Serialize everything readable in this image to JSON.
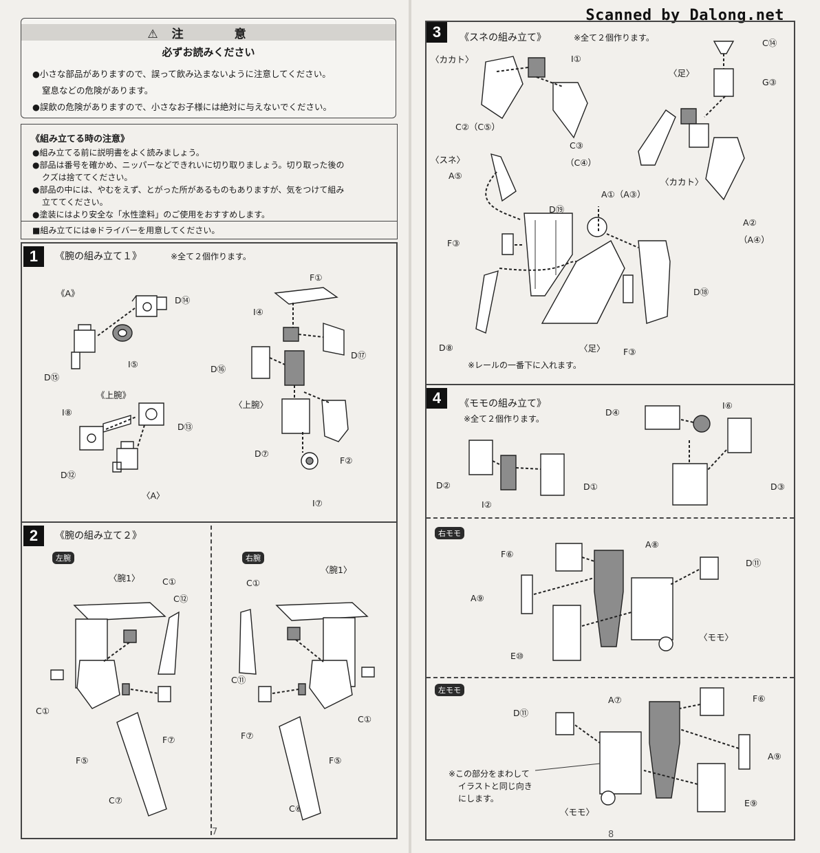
{
  "watermark": "Scanned by Dalong.net",
  "left_page": {
    "page_number": "7",
    "warning": {
      "title": "注 意",
      "subtitle": "必ずお読みください",
      "bullets": [
        "●小さな部品がありますので、誤って飲み込まないように注意してください。",
        "窒息などの危険があります。",
        "●誤飲の危険がありますので、小さなお子様には絶対に与えないでください。"
      ]
    },
    "assembly_notes": {
      "title": "《組み立てる時の注意》",
      "lines": [
        "●組み立てる前に説明書をよく読みましょう。",
        "●部品は番号を確かめ、ニッパーなどできれいに切り取りましょう。切り取った後の",
        "クズは捨ててください。",
        "●部品の中には、やむをえず、とがった所があるものもありますが、気をつけて組み",
        "立ててください。",
        "●塗装にはより安全な「水性塗料」のご使用をおすすめします。"
      ],
      "driver_note": "■組み立てには⊕ドライバーを用意してください。"
    },
    "step1": {
      "number": "1",
      "title": "《腕の組み立て１》",
      "note": "※全て２個作ります。",
      "labels": {
        "a_group": "《A》",
        "upper_arm_group": "《上腕》",
        "a_bottom": "〈A〉",
        "upper_arm": "〈上腕〉",
        "d14": "D⑭",
        "d15": "D⑮",
        "i5": "I⑤",
        "i8": "I⑧",
        "d13": "D⑬",
        "d12": "D⑫",
        "f1": "F①",
        "i4": "I④",
        "d17": "D⑰",
        "d16": "D⑯",
        "d7": "D⑦",
        "f2": "F②",
        "i7": "I⑦"
      }
    },
    "step2": {
      "number": "2",
      "title": "《腕の組み立て２》",
      "left_tag": "左腕",
      "right_tag": "右腕",
      "labels": {
        "arm1": "〈腕1〉",
        "c1": "C①",
        "c12": "C⑫",
        "c11": "C⑪",
        "f7": "F⑦",
        "f5": "F⑤",
        "c7": "C⑦",
        "c6": "C⑥"
      }
    }
  },
  "right_page": {
    "page_number": "8",
    "step3": {
      "number": "3",
      "title": "《スネの組み立て》",
      "note": "※全て２個作ります。",
      "labels": {
        "heel": "〈カカト〉",
        "foot": "〈足〉",
        "shin": "〈スネ〉",
        "foot_bottom": "〈足〉",
        "i1": "I①",
        "c2": "C②（C⑤）",
        "c3": "C③",
        "c4": "（C④）",
        "c14": "C⑭",
        "g3": "G③",
        "a5": "A⑤",
        "d19": "D⑲",
        "f3": "F③",
        "d18": "D⑱",
        "d8": "D⑧",
        "a1": "A①（A③）",
        "a2": "A②",
        "a4": "（A④）"
      },
      "rail_note": "※レールの一番下に入れます。"
    },
    "step4": {
      "number": "4",
      "title": "《モモの組み立て》",
      "note": "※全て２個作ります。",
      "labels": {
        "d4": "D④",
        "i6": "I⑥",
        "d2": "D②",
        "i2": "I②",
        "d1": "D①",
        "d3": "D③"
      }
    },
    "right_thigh": {
      "tag": "右モモ",
      "labels": {
        "f6": "F⑥",
        "a8": "A⑧",
        "d11": "D⑪",
        "a9": "A⑨",
        "e10": "E⑩",
        "momo": "〈モモ〉"
      }
    },
    "left_thigh": {
      "tag": "左モモ",
      "labels": {
        "d11": "D⑪",
        "a7": "A⑦",
        "f6": "F⑥",
        "a9": "A⑨",
        "e9": "E⑨",
        "momo": "〈モモ〉"
      },
      "rotate_note": [
        "※この部分をまわして",
        "イラストと同じ向き",
        "にします。"
      ]
    }
  }
}
